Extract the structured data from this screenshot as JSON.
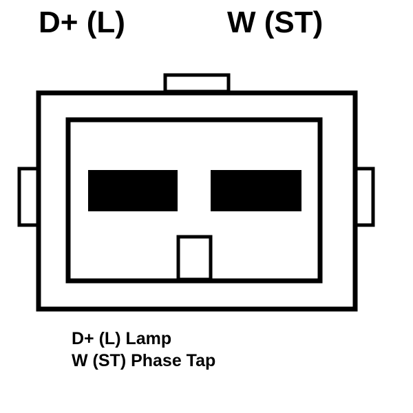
{
  "terminals": {
    "left": "D+  (L)",
    "right": "W  (ST)"
  },
  "legend": [
    "D+ (L)  Lamp",
    "W (ST) Phase Tap"
  ]
}
